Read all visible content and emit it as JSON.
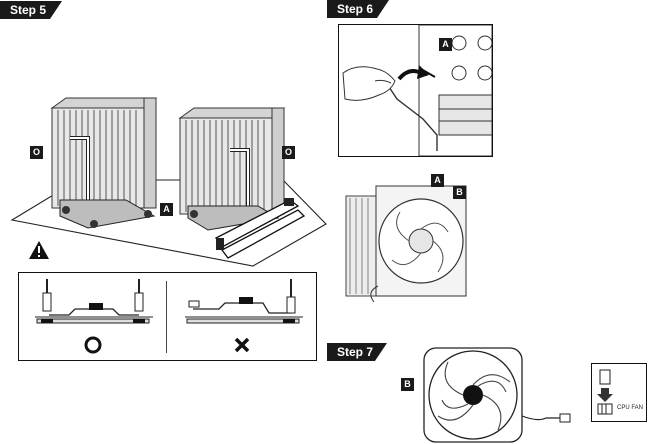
{
  "steps": {
    "step5": "Step 5",
    "step6": "Step 6",
    "step7": "Step 7"
  },
  "markers": {
    "o": "O",
    "a": "A",
    "b": "B"
  },
  "labels": {
    "cpu_fan": "CPU FAN"
  },
  "icons": {
    "warning": "warning-triangle-icon",
    "correct": "circle-correct-icon",
    "incorrect": "cross-incorrect-icon"
  },
  "colors": {
    "ink": "#1a1a1a",
    "background": "#ffffff"
  }
}
